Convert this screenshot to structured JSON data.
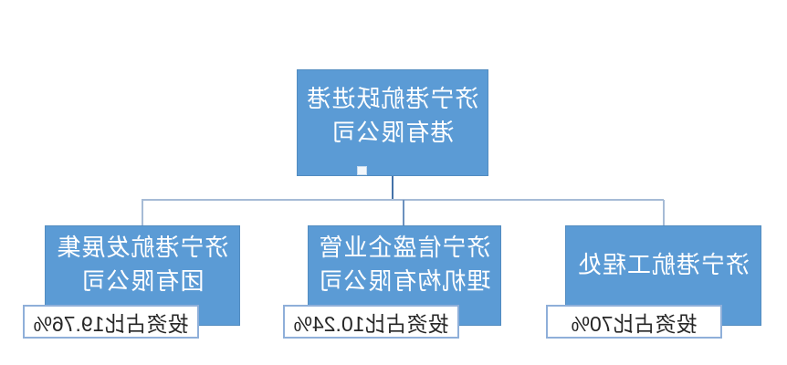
{
  "chart": {
    "type": "org-chart",
    "root": {
      "lines": [
        "济宁港航跃进港",
        "港有限公司"
      ]
    },
    "children": [
      {
        "lines": [
          "济宁港航工程处",
          ""
        ],
        "label": "投资占比70%"
      },
      {
        "lines": [
          "济宁信盛企业管",
          "理机构有限公司"
        ],
        "label": "投资占比10.24%"
      },
      {
        "lines": [
          "济宁港航发展集",
          "团有限公司"
        ],
        "label": "投资占比19.76%"
      }
    ]
  },
  "colors": {
    "node_fill": "#5B9BD5",
    "node_text": "#FFFFFF",
    "label_border": "#8FAFD9",
    "label_text": "#262626",
    "connector_light": "#A6BBD6",
    "connector_dark": "#4472A8",
    "background": "#FFFFFF"
  }
}
